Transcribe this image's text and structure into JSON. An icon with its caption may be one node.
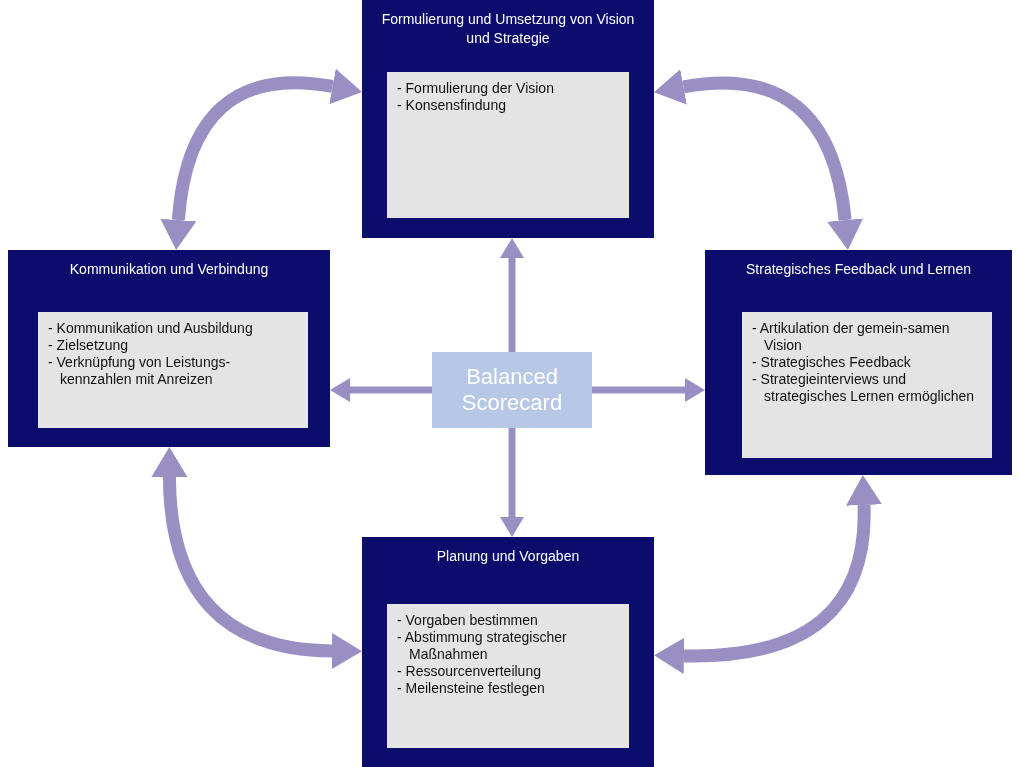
{
  "diagram": {
    "nodes": [
      {
        "text": [
          "Formulierung und Umsetzung von Vision und Strategie"
        ]
      },
      {
        "text": [
          "- Formulierung der Vision",
          "- Konsensfindung"
        ],
        "in": 0
      },
      {
        "text": [
          "Kommunikation und Verbindung"
        ]
      },
      {
        "text": [
          "- Kommunikation und Ausbildung",
          "- Zielsetzung",
          "- Verknüpfung von Leistungs-kennzahlen mit Anreizen"
        ],
        "in": 2
      },
      {
        "text": [
          "Balanced Scorecard"
        ]
      },
      {
        "text": [
          "Strategisches Feedback und Lernen"
        ]
      },
      {
        "text": [
          "- Artikulation der gemein-samen Vision",
          "- Strategisches Feedback",
          "- Strategieinterviews und strategisches Lernen ermöglichen"
        ],
        "in": 5
      },
      {
        "text": [
          "Planung und Vorgaben"
        ]
      },
      {
        "text": [
          "- Vorgaben bestimmen",
          "- Abstimmung strategischer Maßnahmen",
          "- Ressourcenverteilung",
          "- Meilensteine festlegen"
        ],
        "in": 7
      }
    ],
    "edges": [
      {
        "from": 0,
        "to": 2,
        "arrow": "both",
        "style": "thick"
      },
      {
        "from": 0,
        "to": 5,
        "arrow": "both",
        "style": "thick"
      },
      {
        "from": 5,
        "to": 7,
        "arrow": "both",
        "style": "thick"
      },
      {
        "from": 7,
        "to": 2,
        "arrow": "both",
        "style": "thick"
      },
      {
        "from": 4,
        "to": 0,
        "arrow": "to"
      },
      {
        "from": 4,
        "to": 2,
        "arrow": "to"
      },
      {
        "from": 4,
        "to": 5,
        "arrow": "to"
      },
      {
        "from": 4,
        "to": 7,
        "arrow": "to"
      }
    ]
  }
}
